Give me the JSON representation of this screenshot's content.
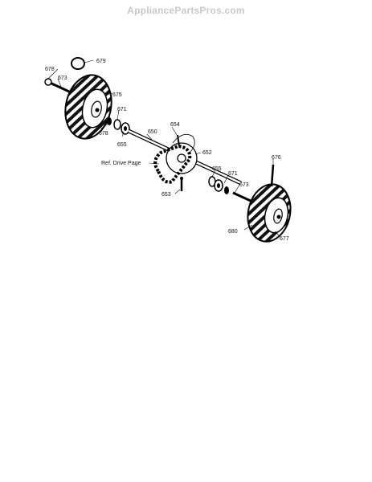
{
  "watermark": "AppliancePartsPros.com",
  "reference_label": "Ref. Drive Page",
  "parts": {
    "p678a": "678",
    "p679": "679",
    "p673a": "673",
    "p675": "675",
    "p671a": "671",
    "p678b": "678",
    "p655a": "655",
    "p650": "650",
    "p654": "654",
    "p652": "652",
    "p653": "653",
    "p655b": "655",
    "p671b": "671",
    "p673b": "673",
    "p676": "676",
    "p680": "680",
    "p677": "677"
  }
}
